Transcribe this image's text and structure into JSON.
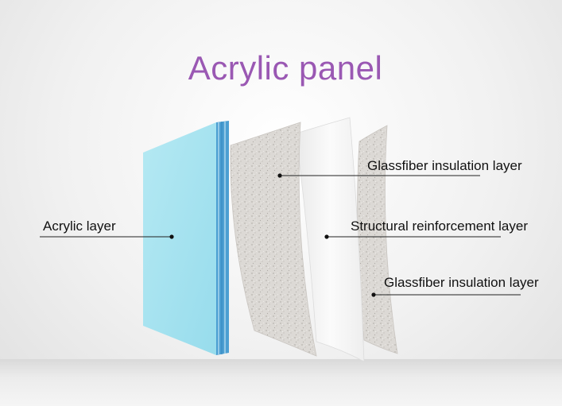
{
  "title": "Acrylic panel",
  "labels": {
    "acrylic": "Acrylic layer",
    "glassfiber_top": "Glassfiber insulation layer",
    "structural": "Structural reinforcement layer",
    "glassfiber_bottom": "Glassfiber insulation layer"
  },
  "colors": {
    "title": "#9a58b3",
    "acrylic": "#a6e3ef",
    "acrylic_edge": "#3f93c9",
    "glassfiber": "#d9d6d2",
    "structural": "#f4f4f4"
  }
}
